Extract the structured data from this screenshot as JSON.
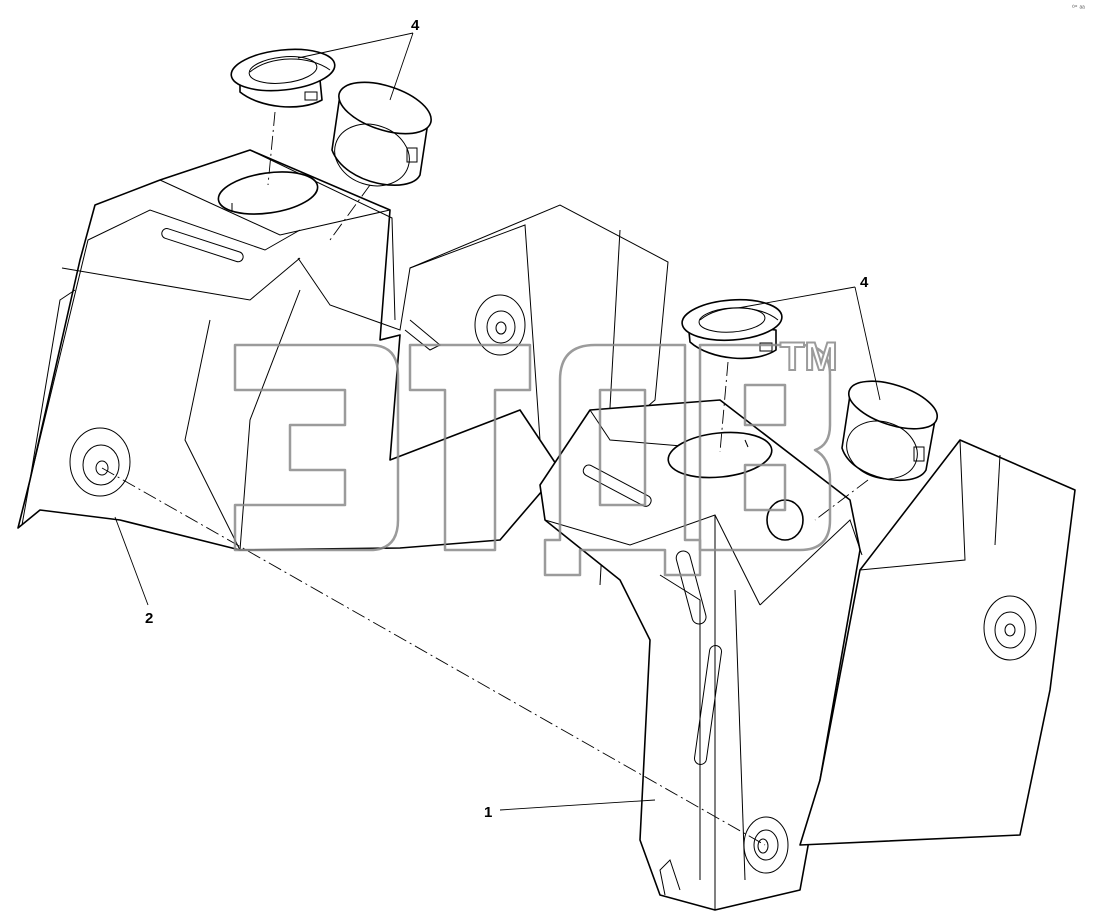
{
  "drawing": {
    "callouts": {
      "part_1": "1",
      "part_2": "2",
      "part_4_upper": "4",
      "part_4_lower": "4"
    },
    "corner_mark": "⁰° ᵃᵃ",
    "watermark": {
      "brand_text": "ЭТДВ",
      "trademark": "TM"
    }
  }
}
